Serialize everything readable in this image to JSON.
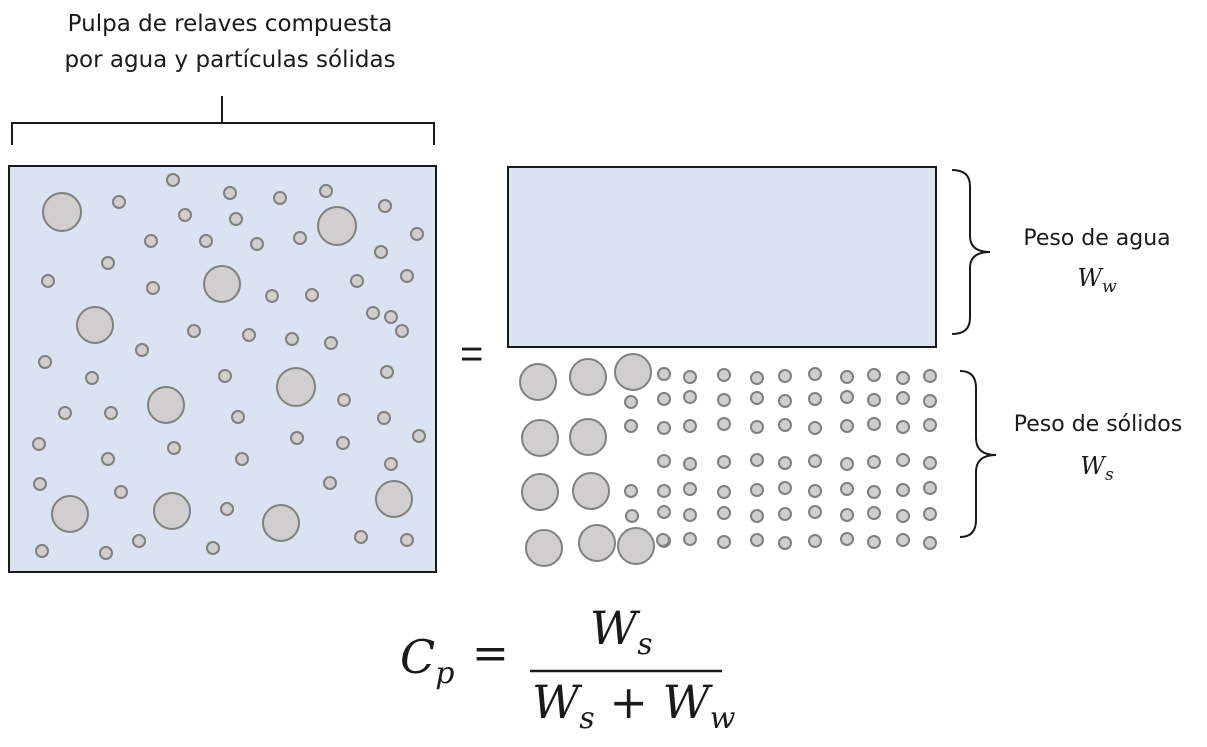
{
  "title_line1": "Pulpa de relaves compuesta",
  "title_line2": "por agua y partículas sólidas",
  "equals_sign": "=",
  "water": {
    "label": "Peso de agua",
    "symbol": "W",
    "subscript": "w"
  },
  "solids": {
    "label": "Peso de sólidos",
    "symbol": "W",
    "subscript": "s"
  },
  "formula": {
    "lhs": "C",
    "lhs_sub": "p",
    "eq": "=",
    "num": "W",
    "num_sub": "s",
    "den_a": "W",
    "den_a_sub": "s",
    "den_plus": "+",
    "den_b": "W",
    "den_b_sub": "w"
  },
  "colors": {
    "water": "#dbe3f3",
    "particle_fill": "#d0cece",
    "particle_stroke": "#808080",
    "outline": "#1a1a1a"
  }
}
